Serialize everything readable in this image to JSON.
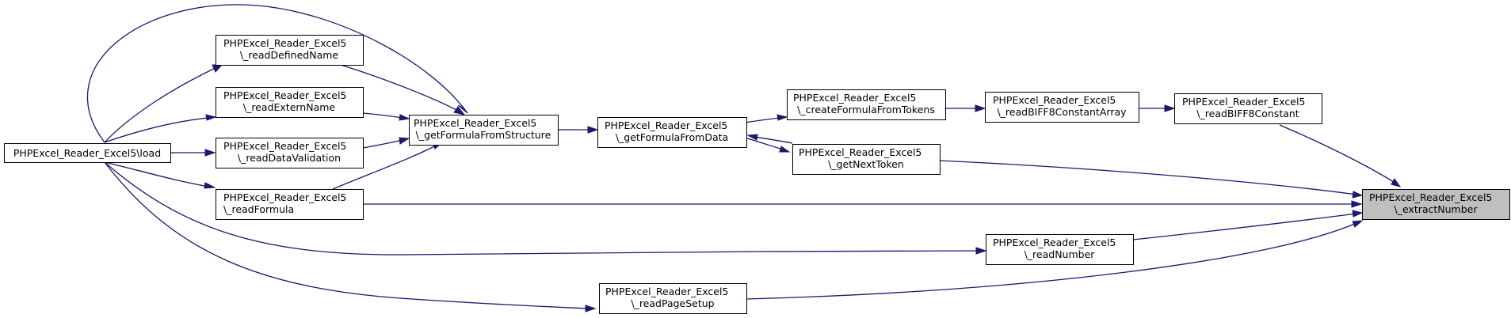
{
  "colors": {
    "edge": "#191970",
    "focus_fill": "#bfbfbf",
    "node_border": "#000000",
    "background": "#ffffff"
  },
  "nodes": {
    "load": {
      "line1": "PHPExcel_Reader_Excel5\\load",
      "line2": ""
    },
    "definedname": {
      "line1": "PHPExcel_Reader_Excel5",
      "line2": "\\_readDefinedName"
    },
    "externname": {
      "line1": "PHPExcel_Reader_Excel5",
      "line2": "\\_readExternName"
    },
    "datavalidation": {
      "line1": "PHPExcel_Reader_Excel5",
      "line2": "\\_readDataValidation"
    },
    "readformula": {
      "line1": "PHPExcel_Reader_Excel5",
      "line2": "\\_readFormula"
    },
    "fromstructure": {
      "line1": "PHPExcel_Reader_Excel5",
      "line2": "\\_getFormulaFromStructure"
    },
    "fromdata": {
      "line1": "PHPExcel_Reader_Excel5",
      "line2": "\\_getFormulaFromData"
    },
    "fromtokens": {
      "line1": "PHPExcel_Reader_Excel5",
      "line2": "\\_createFormulaFromTokens"
    },
    "nexttoken": {
      "line1": "PHPExcel_Reader_Excel5",
      "line2": "\\_getNextToken"
    },
    "constarray": {
      "line1": "PHPExcel_Reader_Excel5",
      "line2": "\\_readBIFF8ConstantArray"
    },
    "constant": {
      "line1": "PHPExcel_Reader_Excel5",
      "line2": "\\_readBIFF8Constant"
    },
    "readnumber": {
      "line1": "PHPExcel_Reader_Excel5",
      "line2": "\\_readNumber"
    },
    "pagesetup": {
      "line1": "PHPExcel_Reader_Excel5",
      "line2": "\\_readPageSetup"
    },
    "extractnumber": {
      "line1": "PHPExcel_Reader_Excel5",
      "line2": "\\_extractNumber"
    }
  },
  "edges": [
    {
      "from": "load",
      "to": "definedname"
    },
    {
      "from": "load",
      "to": "externname"
    },
    {
      "from": "load",
      "to": "datavalidation"
    },
    {
      "from": "load",
      "to": "readformula"
    },
    {
      "from": "load",
      "to": "fromstructure"
    },
    {
      "from": "load",
      "to": "readnumber"
    },
    {
      "from": "load",
      "to": "pagesetup"
    },
    {
      "from": "definedname",
      "to": "fromstructure"
    },
    {
      "from": "externname",
      "to": "fromstructure"
    },
    {
      "from": "datavalidation",
      "to": "fromstructure"
    },
    {
      "from": "readformula",
      "to": "fromstructure"
    },
    {
      "from": "readformula",
      "to": "extractnumber"
    },
    {
      "from": "fromstructure",
      "to": "fromdata"
    },
    {
      "from": "fromdata",
      "to": "fromtokens"
    },
    {
      "from": "fromdata",
      "to": "nexttoken"
    },
    {
      "from": "nexttoken",
      "to": "fromdata"
    },
    {
      "from": "fromtokens",
      "to": "constarray"
    },
    {
      "from": "constarray",
      "to": "constant"
    },
    {
      "from": "constant",
      "to": "extractnumber"
    },
    {
      "from": "nexttoken",
      "to": "extractnumber"
    },
    {
      "from": "readnumber",
      "to": "extractnumber"
    },
    {
      "from": "pagesetup",
      "to": "extractnumber"
    }
  ]
}
